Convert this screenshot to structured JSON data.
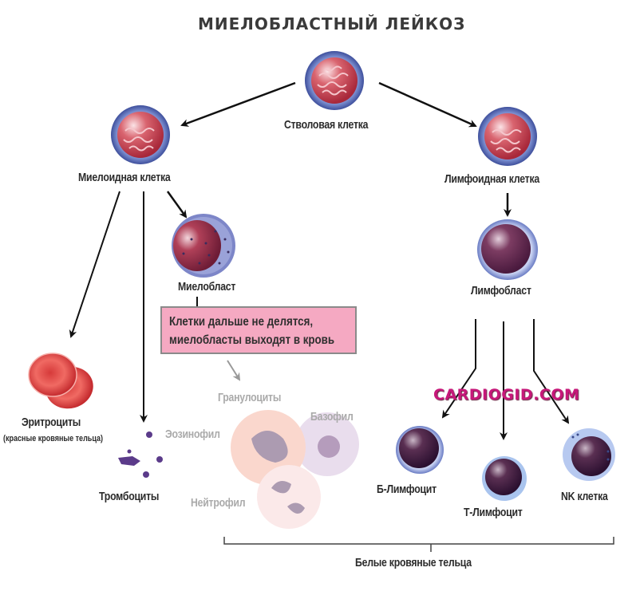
{
  "title": "МИЕЛОБЛАСТНЫЙ ЛЕЙКОЗ",
  "watermark": "CARDIOGID.COM",
  "nodes": {
    "stem": "Стволовая клетка",
    "myeloid": "Миелоидная клетка",
    "lymphoid": "Лимфоидная клетка",
    "myeloblast": "Миелобласт",
    "lymphoblast": "Лимфобласт",
    "erythrocytes": "Эритроциты",
    "erythrocytes_sub": "(красные кровяные тельца)",
    "platelets": "Тромбоциты",
    "granulocytes": "Гранулоциты",
    "eosinophil": "Эозинофил",
    "basophil": "Базофил",
    "neutrophil": "Нейтрофил",
    "b_lymphocyte": "Б-Лимфоцит",
    "t_lymphocyte": "Т-Лимфоцит",
    "nk_cell": "NK клетка",
    "white_cells": "Белые кровяные тельца"
  },
  "note": {
    "line1": "Клетки дальше не делятся,",
    "line2": "миелобласты выходят в кровь"
  },
  "colors": {
    "note_bg": "#f5a9c2",
    "watermark": "#c7187a",
    "arrow": "#111111",
    "faded_text": "#aaaaaa"
  }
}
